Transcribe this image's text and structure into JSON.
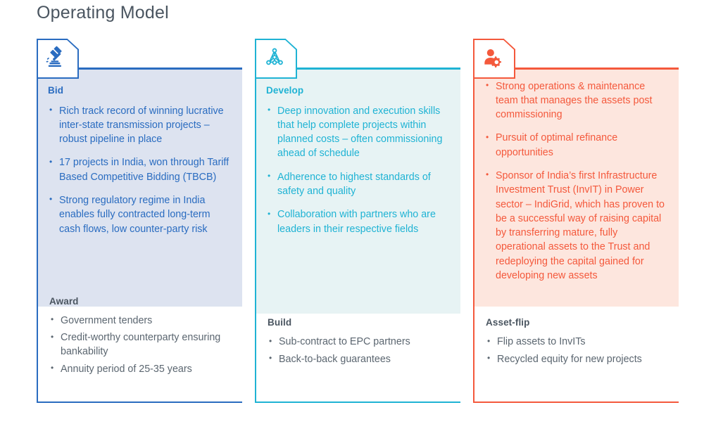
{
  "page": {
    "title": "Operating Model"
  },
  "colors": {
    "blue": "#2a6cc0",
    "blue_tint": "#dde3f0",
    "cyan": "#1fb3d4",
    "cyan_tint": "#e7f3f4",
    "red": "#f4593c",
    "red_tint": "#fde6de",
    "dark_text": "#5b6670",
    "title_text": "#4a5560"
  },
  "columns": [
    {
      "icon": "gavel-icon",
      "accent": "#2a6cc0",
      "top": {
        "heading": "Bid",
        "bullets": [
          "Rich track record of winning lucrative inter-state transmission projects – robust pipeline in place",
          "17 projects in India, won through Tariff Based Competitive Bidding (TBCB)",
          "Strong regulatory regime in India enables fully contracted long-term cash flows, low counter-party risk"
        ]
      },
      "bottom": {
        "heading": "Award",
        "bullets": [
          "Government tenders",
          "Credit-worthy counterparty ensuring bankability",
          "Annuity period of 25-35 years"
        ]
      }
    },
    {
      "icon": "network-nodes-icon",
      "accent": "#1fb3d4",
      "top": {
        "heading": "Develop",
        "bullets": [
          "Deep innovation and execution skills that help complete projects within planned costs – often commissioning ahead of schedule",
          "Adherence to highest standards of safety and quality",
          "Collaboration with partners who are leaders in their respective fields"
        ]
      },
      "bottom": {
        "heading": "Build",
        "bullets": [
          "Sub-contract to EPC partners",
          "Back-to-back guarantees"
        ]
      }
    },
    {
      "icon": "person-gear-icon",
      "accent": "#f4593c",
      "top": {
        "heading": "",
        "bullets": [
          "Strong operations & maintenance team that manages the assets post commissioning",
          "Pursuit of optimal refinance opportunities",
          "Sponsor of India’s first Infrastructure Investment Trust (InvIT) in Power sector – IndiGrid, which has proven to be a successful way of raising capital by transferring mature, fully operational assets to the Trust and redeploying the capital gained for developing new assets"
        ]
      },
      "bottom": {
        "heading": "Asset-flip",
        "bullets": [
          "Flip assets to InvITs",
          "Recycled equity for new projects"
        ]
      }
    }
  ]
}
